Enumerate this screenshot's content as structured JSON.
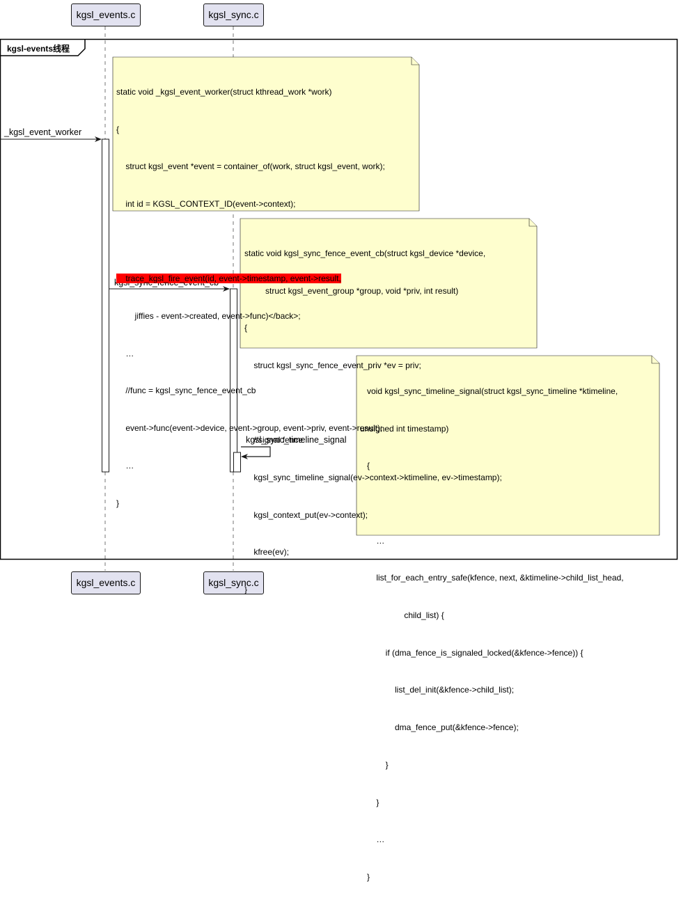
{
  "participants": {
    "events": "kgsl_events.c",
    "sync": "kgsl_sync.c"
  },
  "group_label": "kgsl-events线程",
  "messages": {
    "m1": "_kgsl_event_worker",
    "m2": "kgsl_sync_fence_event_cb",
    "m3": "kgsl_sync_timeline_signal"
  },
  "notes": {
    "n1": [
      "static void _kgsl_event_worker(struct kthread_work *work)",
      "{",
      "    struct kgsl_event *event = container_of(work, struct kgsl_event, work);",
      "    int id = KGSL_CONTEXT_ID(event->context);",
      "",
      "    trace_kgsl_fire_event(id, event->timestamp, event->result,",
      "        jiffies - event->created, event->func)</back>;",
      "    …",
      "    //func = kgsl_sync_fence_event_cb",
      "    event->func(event->device, event->group, event->priv, event->result);",
      "    …",
      "}"
    ],
    "n2": [
      "static void kgsl_sync_fence_event_cb(struct kgsl_device *device,",
      "         struct kgsl_event_group *group, void *priv, int result)",
      "{",
      "    struct kgsl_sync_fence_event_priv *ev = priv;",
      "",
      "    //signal fence",
      "    kgsl_sync_timeline_signal(ev->context->ktimeline, ev->timestamp);",
      "    kgsl_context_put(ev->context);",
      "    kfree(ev);",
      "}"
    ],
    "n3": [
      "   void kgsl_sync_timeline_signal(struct kgsl_sync_timeline *ktimeline,",
      "unsigned int timestamp)",
      "   {",
      "",
      "       …",
      "       list_for_each_entry_safe(kfence, next, &ktimeline->child_list_head,",
      "                   child_list) {",
      "           if (dma_fence_is_signaled_locked(&kfence->fence)) {",
      "               list_del_init(&kfence->child_list);",
      "               dma_fence_put(&kfence->fence);",
      "           }",
      "       }",
      "       …",
      "   }"
    ]
  },
  "colors": {
    "participant_bg": "#e2e2f0",
    "note_bg": "#fefece",
    "highlight": "#ff0000",
    "line": "#181818"
  }
}
